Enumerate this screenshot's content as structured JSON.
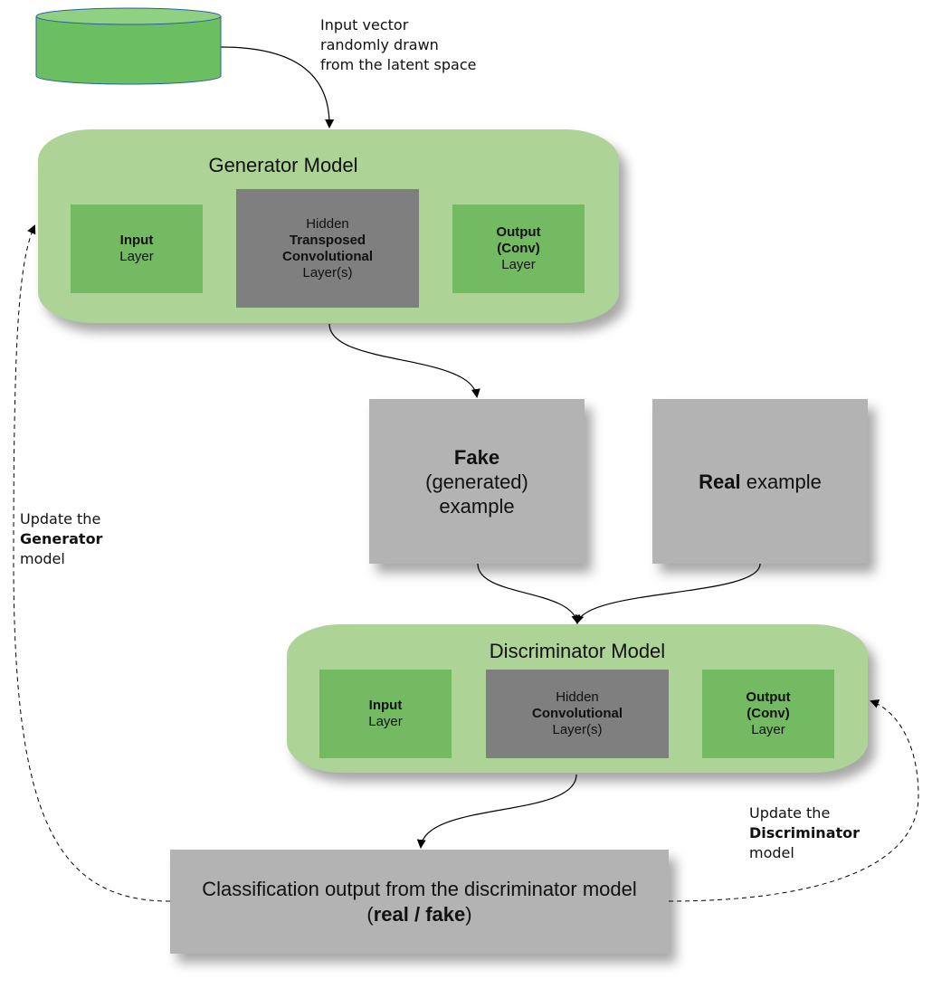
{
  "latent_note": [
    "Input vector",
    "randomly drawn",
    "from the latent space"
  ],
  "generator": {
    "title": "Generator Model",
    "input": {
      "bold": "Input",
      "text": "Layer"
    },
    "hidden": {
      "line1": "Hidden",
      "bold1": "Transposed",
      "bold2": "Convolutional",
      "line2": "Layer(s)"
    },
    "output": {
      "bold1": "Output",
      "bold2": "(Conv)",
      "text": "Layer"
    }
  },
  "fake_example": {
    "bold": "Fake",
    "line1": "(generated)",
    "line2": "example"
  },
  "real_example": {
    "bold": "Real",
    "text": " example"
  },
  "discriminator": {
    "title": "Discriminator Model",
    "input": {
      "bold": "Input",
      "text": "Layer"
    },
    "hidden": {
      "line1": "Hidden",
      "bold1": "Convolutional",
      "line2": "Layer(s)"
    },
    "output": {
      "bold1": "Output",
      "bold2": "(Conv)",
      "text": "Layer"
    }
  },
  "classification": {
    "line1": "Classification output from the discriminator model",
    "open": "(",
    "bold": "real / fake",
    "close": ")"
  },
  "update_generator": {
    "line1": "Update the",
    "bold": "Generator",
    "line2": "model"
  },
  "update_discriminator": {
    "line1": "Update the",
    "bold": "Discriminator",
    "line2": "model"
  },
  "colors": {
    "panel": "#aed396",
    "layer_green": "#74ba63",
    "hidden_gray": "#7f7f7f",
    "example_gray": "#b3b3b3",
    "latent": "#6cbf60"
  }
}
